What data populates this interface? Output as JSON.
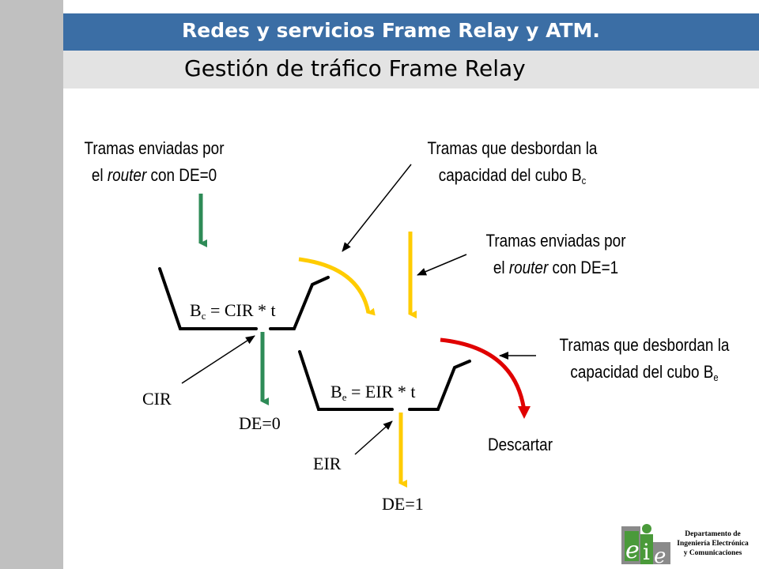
{
  "header": {
    "title": "Redes y servicios Frame Relay y ATM.",
    "subtitle": "Gestión de tráfico Frame Relay"
  },
  "diagram": {
    "label_de0_in": {
      "line1": "Tramas enviadas por",
      "line2_pre": "el ",
      "line2_em": "router",
      "line2_post": " con DE=0"
    },
    "label_overflow_bc": {
      "line1": "Tramas que desbordan la",
      "line2": "capacidad del cubo B",
      "sub": "c"
    },
    "label_de1_in": {
      "line1": "Tramas enviadas por",
      "line2_pre": "el ",
      "line2_em": "router",
      "line2_post": " con DE=1"
    },
    "label_overflow_be": {
      "line1": "Tramas que desbordan la",
      "line2": "capacidad del cubo B",
      "sub": "e"
    },
    "bucket_bc": {
      "var": "B",
      "sub": "c",
      "rest": " = CIR * t"
    },
    "bucket_be": {
      "var": "B",
      "sub": "e",
      "rest": " = EIR * t"
    },
    "cir": "CIR",
    "eir": "EIR",
    "de0": "DE=0",
    "de1": "DE=1",
    "discard": "Descartar"
  },
  "colors": {
    "green": "#2e8b57",
    "yellow": "#ffcc00",
    "red": "#e00000",
    "header_blue": "#3b6ea5"
  },
  "footer": {
    "logo_letters": [
      "e",
      "i",
      "e"
    ],
    "dept_line1": "Departamento de",
    "dept_line2": "Ingeniería Electrónica",
    "dept_line3": "y Comunicaciones"
  }
}
